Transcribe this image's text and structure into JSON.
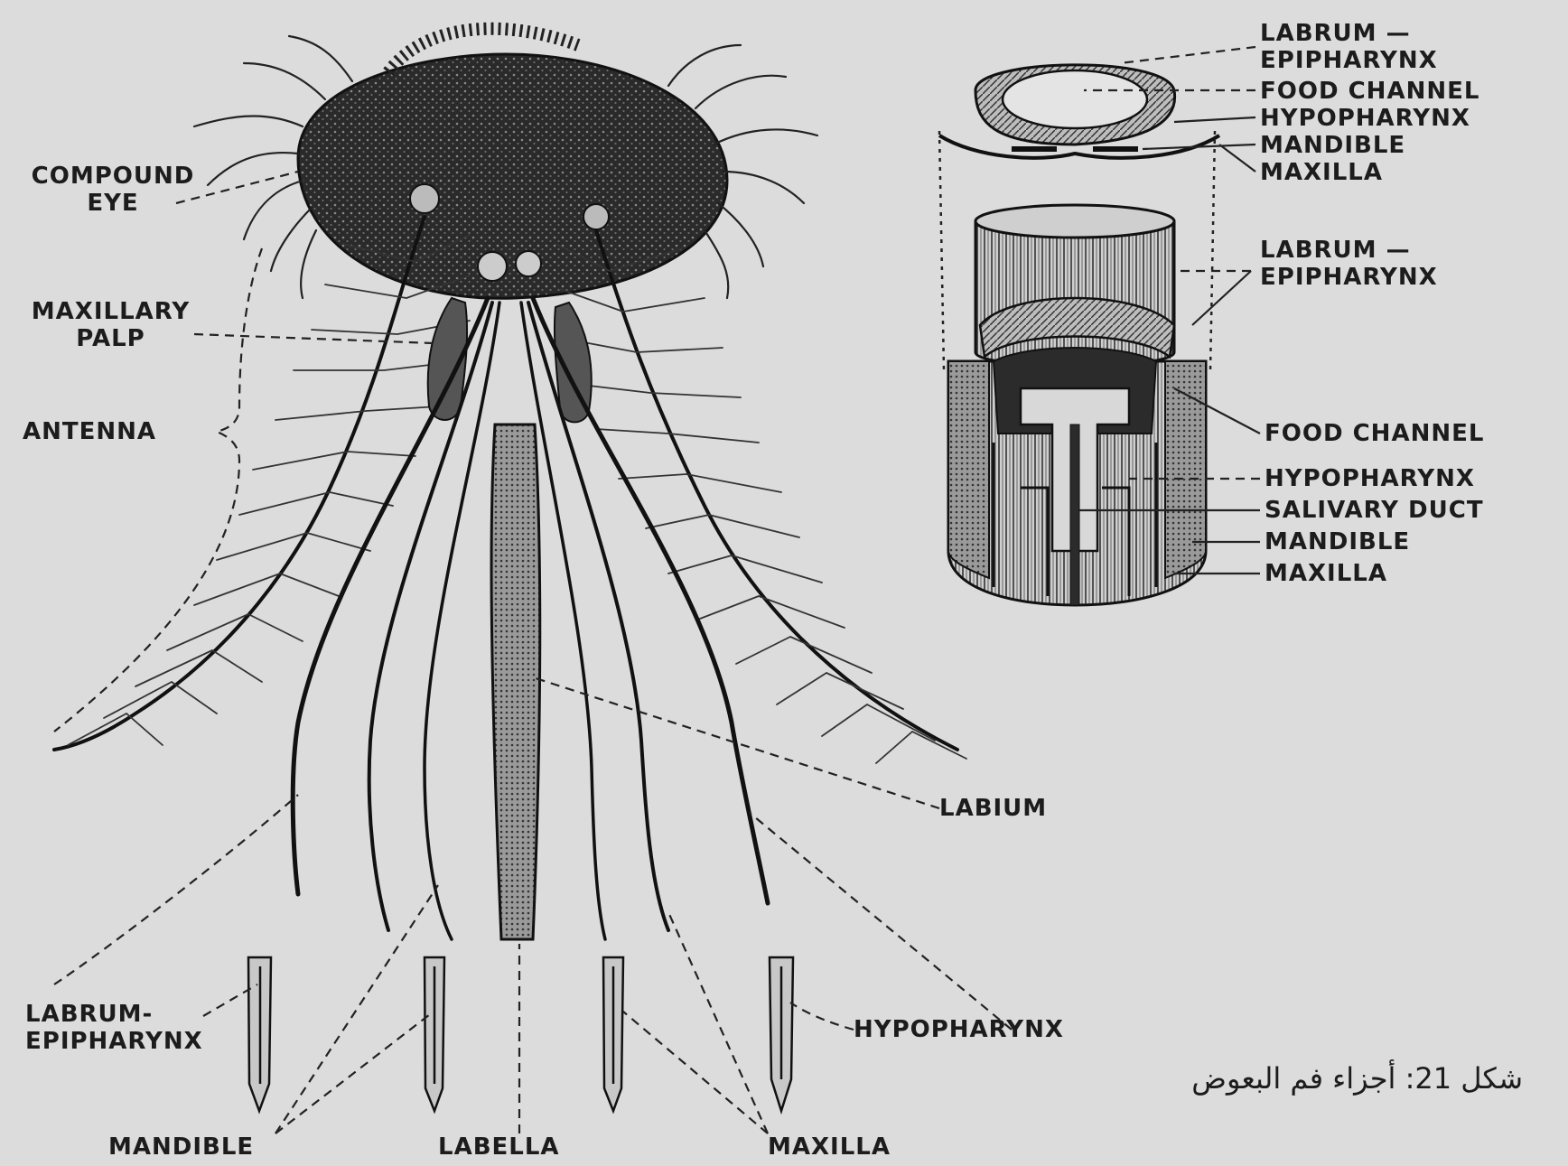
{
  "labels": {
    "compound_eye_1": "COMPOUND",
    "compound_eye_2": "EYE",
    "maxillary_palp_1": "MAXILLARY",
    "maxillary_palp_2": "PALP",
    "antenna": "ANTENNA",
    "labium": "LABIUM",
    "labrum_epipharynx_1": "LABRUM-",
    "labrum_epipharynx_2": "EPIPHARYNX",
    "hypopharynx": "HYPOPHARYNX",
    "mandible": "MANDIBLE",
    "labella": "LABELLA",
    "maxilla": "MAXILLA"
  },
  "cross_section_top": {
    "labrum_1": "LABRUM —",
    "labrum_2": "EPIPHARYNX",
    "food_channel": "FOOD CHANNEL",
    "hypopharynx": "HYPOPHARYNX",
    "mandible": "MANDIBLE",
    "maxilla": "MAXILLA"
  },
  "cross_section_cylinder": {
    "labrum_1": "LABRUM —",
    "labrum_2": "EPIPHARYNX",
    "food_channel": "FOOD CHANNEL",
    "hypopharynx": "HYPOPHARYNX",
    "salivary_duct": "SALIVARY DUCT",
    "mandible": "MANDIBLE",
    "maxilla": "MAXILLA"
  },
  "caption": "شكل 21: أجزاء فم البعوض",
  "colors": {
    "paper": "#dcdcdc",
    "ink": "#1c1c1c"
  }
}
